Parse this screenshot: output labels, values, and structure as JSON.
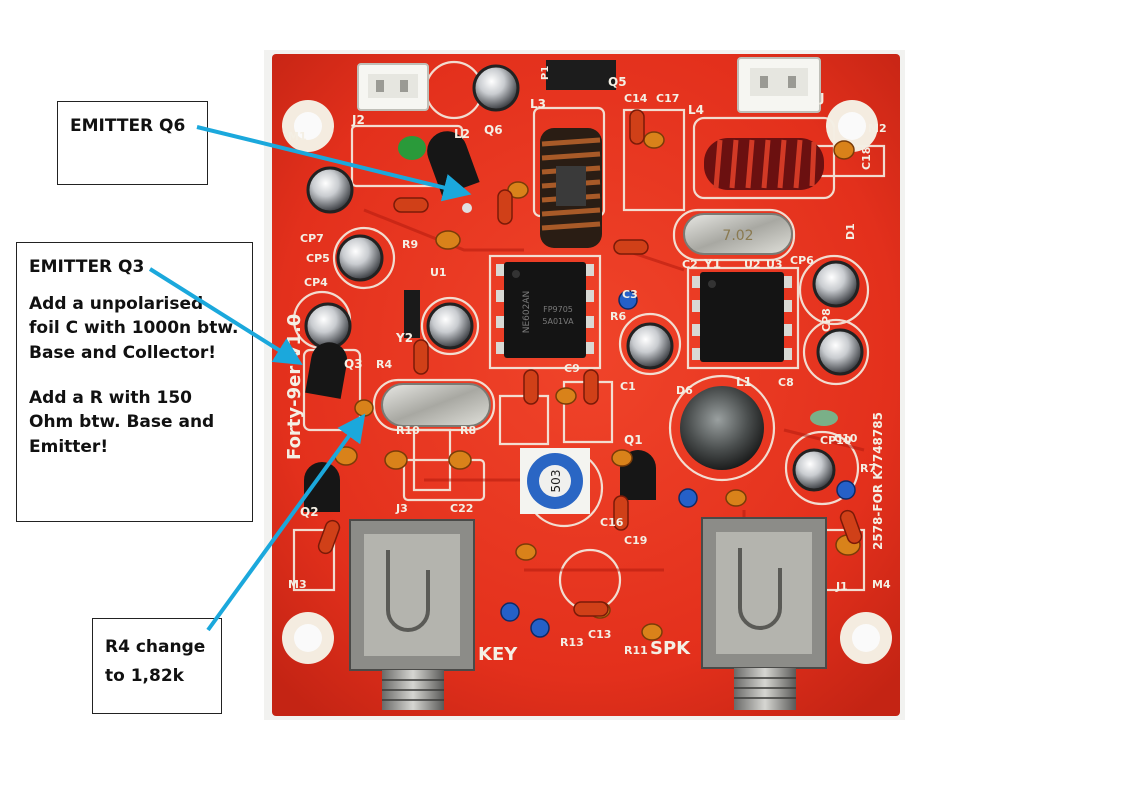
{
  "callouts": {
    "emitter_q6": {
      "title": "EMITTER Q6"
    },
    "emitter_q3": {
      "title": "EMITTER Q3",
      "note1_line1": "Add a unpolarised",
      "note1_line2": "foil C  with 1000n btw.",
      "note1_line3": "Base and Collector!",
      "note2_line1": "Add a R with 150",
      "note2_line2": "Ohm btw. Base and",
      "note2_line3": "Emitter!"
    },
    "r4": {
      "line1": "R4 change",
      "line2": "to 1,82k"
    }
  },
  "board": {
    "silk_labels": [
      "Forty-9er V1.0",
      "2578-FOR K7748785",
      "KEY",
      "SPK",
      "J2",
      "J",
      "L2",
      "L3",
      "L4",
      "L1",
      "Q5",
      "Q6",
      "Q3",
      "Q2",
      "Q1",
      "Y1",
      "Y2",
      "C14",
      "C17",
      "C18",
      "C10",
      "C8",
      "C9",
      "C2",
      "C3",
      "C13",
      "C16",
      "C19",
      "C22",
      "C1",
      "CP7",
      "CP6",
      "CP5",
      "CP4",
      "CP8",
      "CP10",
      "R9",
      "R10",
      "R8",
      "R7",
      "R13",
      "R11",
      "R4",
      "R6",
      "U1",
      "U2",
      "U3",
      "J1",
      "J3",
      "D6",
      "D1",
      "M1",
      "M2",
      "M3",
      "M4",
      "P1"
    ],
    "ic_text": [
      "NE602AN",
      "FP9705",
      "5A01VA"
    ],
    "trimmer_text": "503",
    "crystal_text": "7.02"
  },
  "colors": {
    "pcb": "#e8321e",
    "pcb_dark": "#b41c10",
    "silk": "#f4f0e6",
    "arrow": "#1ba8dc"
  }
}
